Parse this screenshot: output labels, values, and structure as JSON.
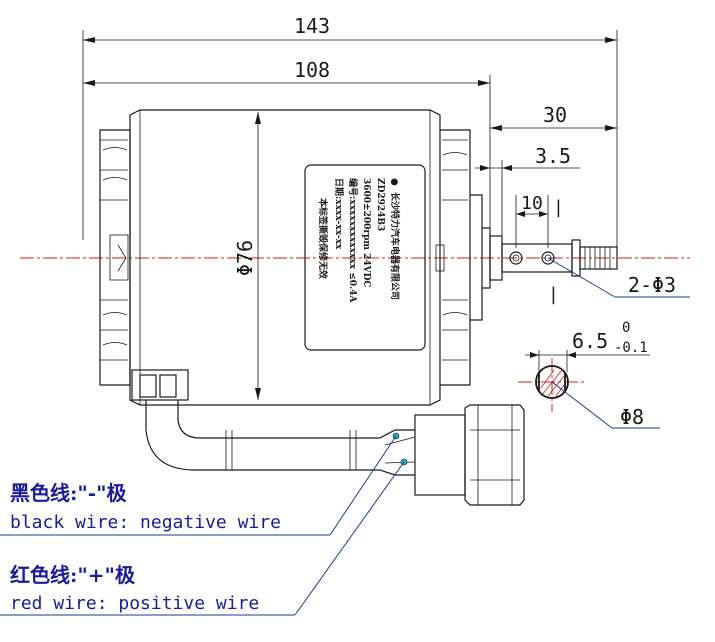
{
  "drawing": {
    "dimensions": {
      "overall_length": "143",
      "body_length": "108",
      "shaft_length": "30",
      "shaft_step": "3.5",
      "hole_spacing": "10",
      "diameter": "Φ76",
      "holes": "2-Φ3",
      "flat_width": "6.5",
      "flat_tol_upper": "0",
      "flat_tol_lower": "-0.1",
      "shaft_diameter": "Φ8"
    },
    "wires": {
      "black_cn": "黑色线:\"-\"极",
      "black_en": "black wire: negative wire",
      "red_cn": "红色线:\"+\"极",
      "red_en": "red wire: positive wire"
    },
    "nameplate": {
      "line1": "长沙特力汽车电器有限公司",
      "line2": "ZD2924B3",
      "line3": "3600±200rpm    24VDC",
      "line4": "编号:xxxxxxxxxxxxx   ≤0.4A",
      "line5": "日期:xxxx-xx-xx",
      "line6": "本标签撕毁保修无效"
    },
    "section_marks": {
      "top": "|",
      "bottom": "|"
    }
  }
}
